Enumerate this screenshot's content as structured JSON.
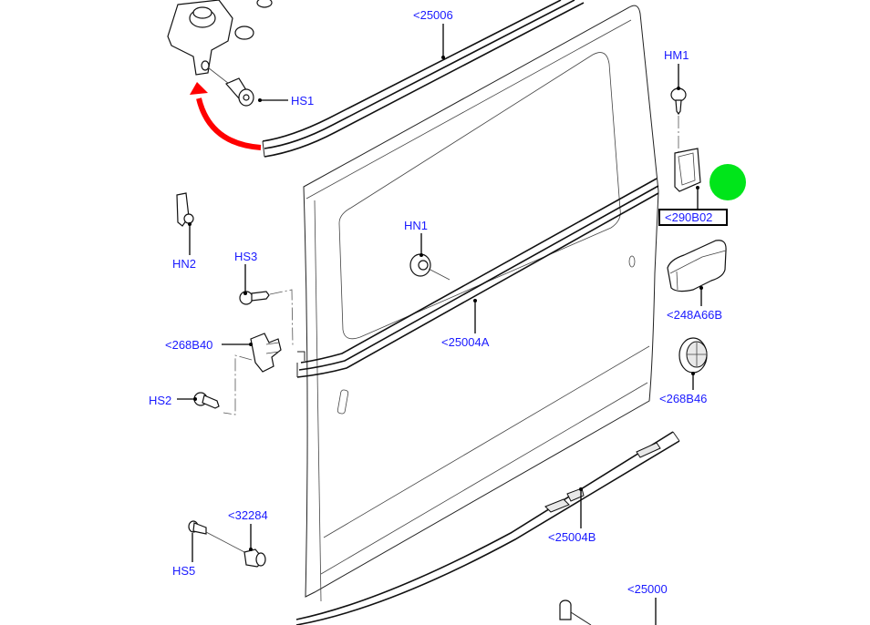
{
  "diagram": {
    "title": "Sliding side door parts diagram",
    "labels": {
      "l25006": "<25006",
      "hs1": "HS1",
      "hm1": "HM1",
      "l290b02": "<290B02",
      "hn2": "HN2",
      "hn1": "HN1",
      "hs3": "HS3",
      "l248a66b": "<248A66B",
      "l25004a": "<25004A",
      "l268b40": "<268B40",
      "hs2": "HS2",
      "l268b46": "<268B46",
      "l32284": "<32284",
      "hs5": "HS5",
      "l25004b": "<25004B",
      "l25000": "<25000"
    },
    "highlighted_label": "<290B02",
    "colors": {
      "label": "#1a1aff",
      "arrow": "#ff0000",
      "marker": "#00e51a",
      "line": "#111111"
    }
  }
}
